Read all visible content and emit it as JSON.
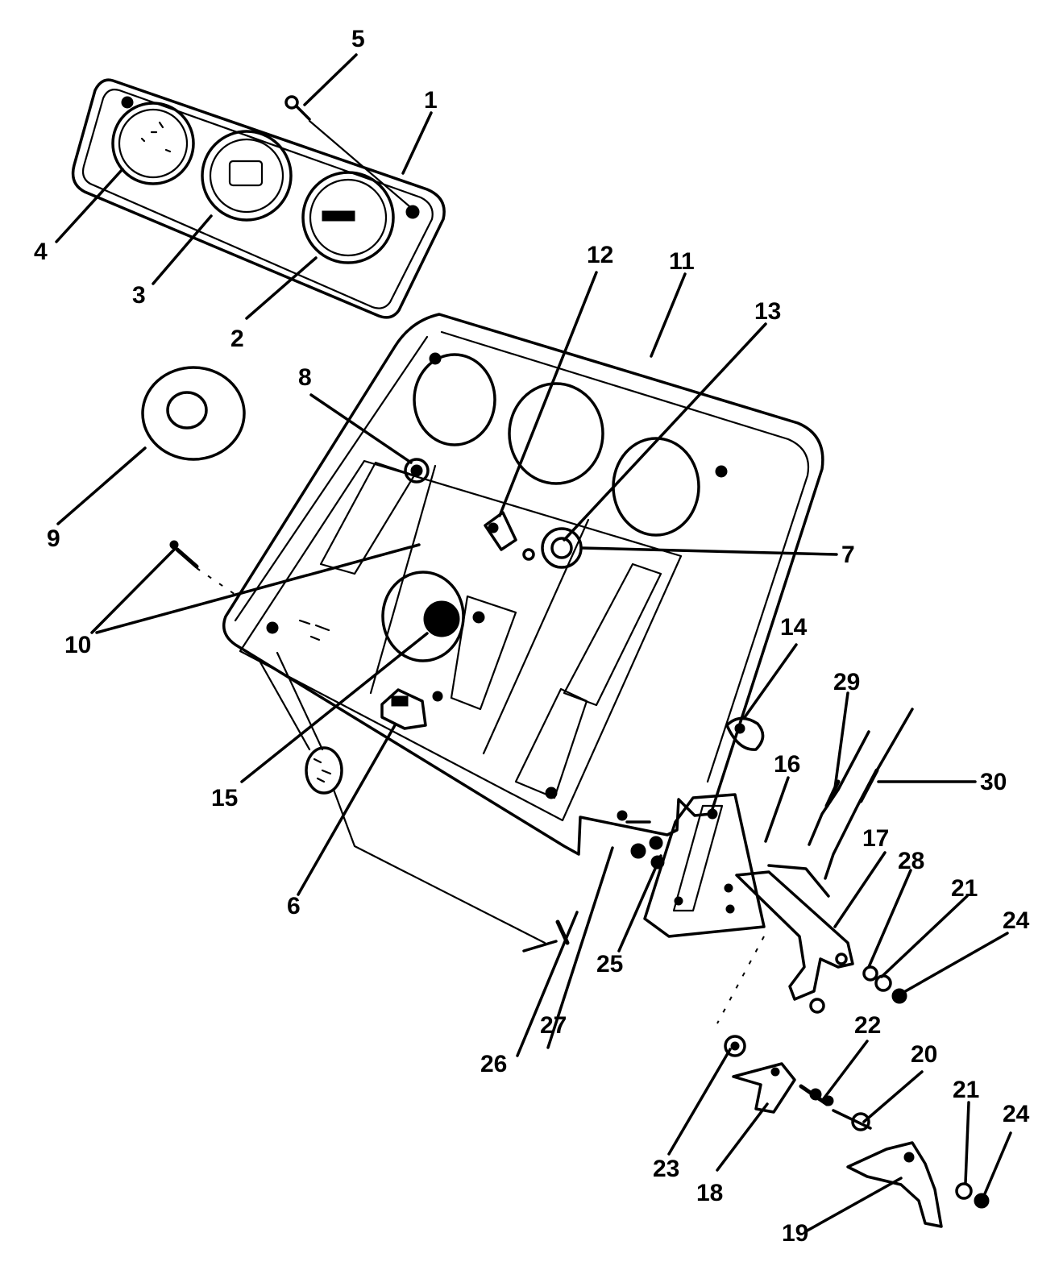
{
  "labels": {
    "l1": "1",
    "l2": "2",
    "l3": "3",
    "l4": "4",
    "l5": "5",
    "l6": "6",
    "l7": "7",
    "l8": "8",
    "l9": "9",
    "l10": "10",
    "l11": "11",
    "l12": "12",
    "l13": "13",
    "l14": "14",
    "l15": "15",
    "l16": "16",
    "l17": "17",
    "l18": "18",
    "l19": "19",
    "l20": "20",
    "l21a": "21",
    "l21b": "21",
    "l22": "22",
    "l23": "23",
    "l24a": "24",
    "l24b": "24",
    "l25": "25",
    "l26": "26",
    "l27": "27",
    "l28": "28",
    "l29": "29",
    "l30": "30"
  }
}
